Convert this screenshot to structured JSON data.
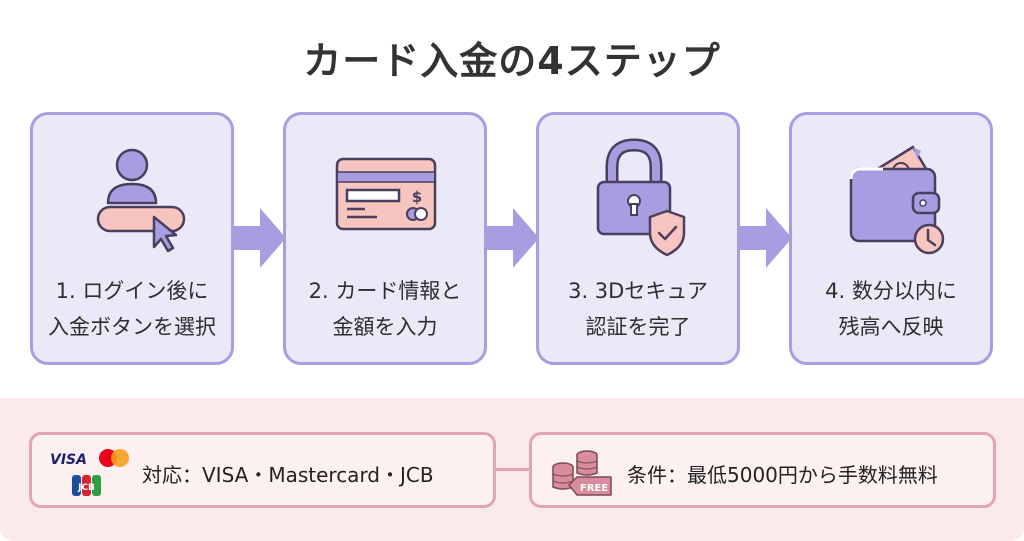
{
  "title": "カード入金の4ステップ",
  "steps": [
    {
      "number": "1.",
      "line1": "1. ログイン後に",
      "line2": "入金ボタンを選択",
      "icon": "user-click-icon"
    },
    {
      "number": "2.",
      "line1": "2. カード情報と",
      "line2": "金額を入力",
      "icon": "credit-card-icon"
    },
    {
      "number": "3.",
      "line1": "3. 3Dセキュア",
      "line2": "認証を完了",
      "icon": "lock-shield-icon"
    },
    {
      "number": "4.",
      "line1": "4. 数分以内に",
      "line2": "残高へ反映",
      "icon": "wallet-clock-icon"
    }
  ],
  "info": {
    "cards": {
      "text": "対応：VISA・Mastercard・JCB",
      "logos": {
        "visa": "VISA",
        "jcb": "JCB"
      }
    },
    "fee": {
      "text": "条件：最低5000円から手数料無料",
      "tag": "FREE"
    }
  },
  "colors": {
    "card_fill": "#ebe8f8",
    "card_border": "#a79de0",
    "accent_purple": "#a79de0",
    "accent_pink": "#f7c5c0",
    "band_fill": "#fbeaea",
    "info_border": "#e3a5b1"
  }
}
